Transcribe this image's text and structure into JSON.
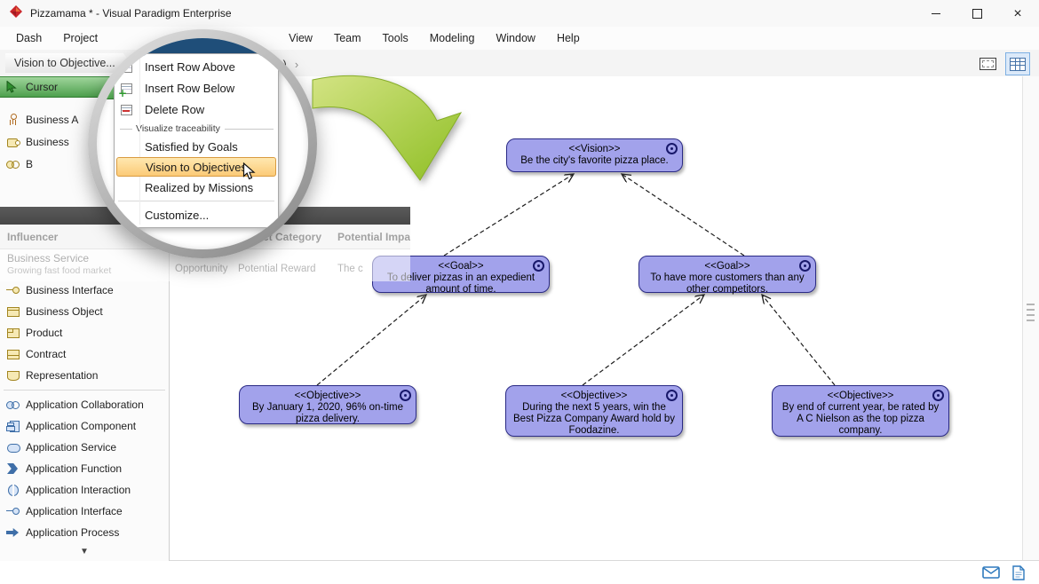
{
  "window": {
    "title": "Pizzamama * - Visual Paradigm Enterprise",
    "controls": [
      "minimize",
      "maximize",
      "close"
    ]
  },
  "menubar": {
    "items": [
      "Dash",
      "Project",
      "View",
      "Team",
      "Tools",
      "Modeling",
      "Window",
      "Help"
    ]
  },
  "toolbar": {
    "breadcrumb": "Vision to Objective...",
    "breadcrumb_tail": "ce.)",
    "right_icons": [
      "fit-selection-icon",
      "table-view-icon"
    ]
  },
  "magnifier_menu": {
    "items": [
      {
        "label": "Insert Row Above",
        "icon": "insert-row-above-icon"
      },
      {
        "label": "Insert Row Below",
        "icon": "insert-row-below-icon"
      },
      {
        "label": "Delete Row",
        "icon": "delete-row-icon"
      },
      {
        "type": "group",
        "label": "Visualize traceability"
      },
      {
        "label": "Satisfied by Goals"
      },
      {
        "label": "Vision to Objectives",
        "highlighted": true
      },
      {
        "label": "Realized by Missions"
      },
      {
        "type": "separator"
      },
      {
        "label": "Customize..."
      }
    ]
  },
  "palette": {
    "top": [
      {
        "label": "Cursor",
        "icon": "cursor-icon",
        "selected": true
      },
      {
        "label": "Business A",
        "icon": "business-actor-icon"
      },
      {
        "label": "Business",
        "icon": "business-role-icon"
      },
      {
        "label": "B",
        "icon": "business-collaboration-icon"
      }
    ],
    "bottom": [
      {
        "label": "Business Interface",
        "icon": "business-interface-icon"
      },
      {
        "label": "Business Object",
        "icon": "business-object-icon"
      },
      {
        "label": "Product",
        "icon": "product-icon"
      },
      {
        "label": "Contract",
        "icon": "contract-icon"
      },
      {
        "label": "Representation",
        "icon": "representation-icon"
      },
      {
        "type": "divider"
      },
      {
        "label": "Application Collaboration",
        "icon": "application-collaboration-icon"
      },
      {
        "label": "Application Component",
        "icon": "application-component-icon"
      },
      {
        "label": "Application Service",
        "icon": "application-service-icon"
      },
      {
        "label": "Application Function",
        "icon": "application-function-icon"
      },
      {
        "label": "Application Interaction",
        "icon": "application-interaction-icon"
      },
      {
        "label": "Application Interface",
        "icon": "application-interface-icon"
      },
      {
        "label": "Application Process",
        "icon": "application-process-icon"
      }
    ],
    "more_indicator": "▼"
  },
  "influencer_table": {
    "headers": [
      "Influencer",
      "Category",
      "Impact Category",
      "Potential Impact"
    ],
    "rows": [
      {
        "influencer": "Business Service",
        "influencer_sub": "Growing fast food market",
        "category": "Opportunity",
        "impact_category": "Potential Reward",
        "potential_impact": "The c"
      }
    ]
  },
  "diagram": {
    "nodes": [
      {
        "id": "vision",
        "stereotype": "<<Vision>>",
        "lines": [
          "Be the city's favorite pizza place."
        ]
      },
      {
        "id": "goal-1",
        "stereotype": "<<Goal>>",
        "lines": [
          "To deliver pizzas in an expedient",
          "amount of time."
        ]
      },
      {
        "id": "goal-2",
        "stereotype": "<<Goal>>",
        "lines": [
          "To have more customers than any",
          "other competitors."
        ]
      },
      {
        "id": "objective-1",
        "stereotype": "<<Objective>>",
        "lines": [
          "By January 1, 2020, 96% on-time",
          "pizza delivery."
        ]
      },
      {
        "id": "objective-2",
        "stereotype": "<<Objective>>",
        "lines": [
          "During the next 5 years, win the",
          "Best Pizza Company Award hold by",
          "Foodazine."
        ]
      },
      {
        "id": "objective-3",
        "stereotype": "<<Objective>>",
        "lines": [
          "By end of current year, be rated by",
          "A C Nielson as the top pizza",
          "company."
        ]
      }
    ],
    "edges": [
      {
        "from": "goal-1",
        "to": "vision"
      },
      {
        "from": "goal-2",
        "to": "vision"
      },
      {
        "from": "objective-1",
        "to": "goal-1"
      },
      {
        "from": "objective-2",
        "to": "goal-2"
      },
      {
        "from": "objective-3",
        "to": "goal-2"
      }
    ]
  },
  "statusbar": {
    "icons": [
      "message-icon",
      "document-icon"
    ]
  },
  "colors": {
    "node_fill": "#a2a2eb",
    "node_border": "#2a2a85",
    "menu_highlight": "#fbca77",
    "arrow_green": "#9ac32b",
    "cursor_selection_green": "#4da04d",
    "zoom_band_navy": "#1f4e79"
  }
}
